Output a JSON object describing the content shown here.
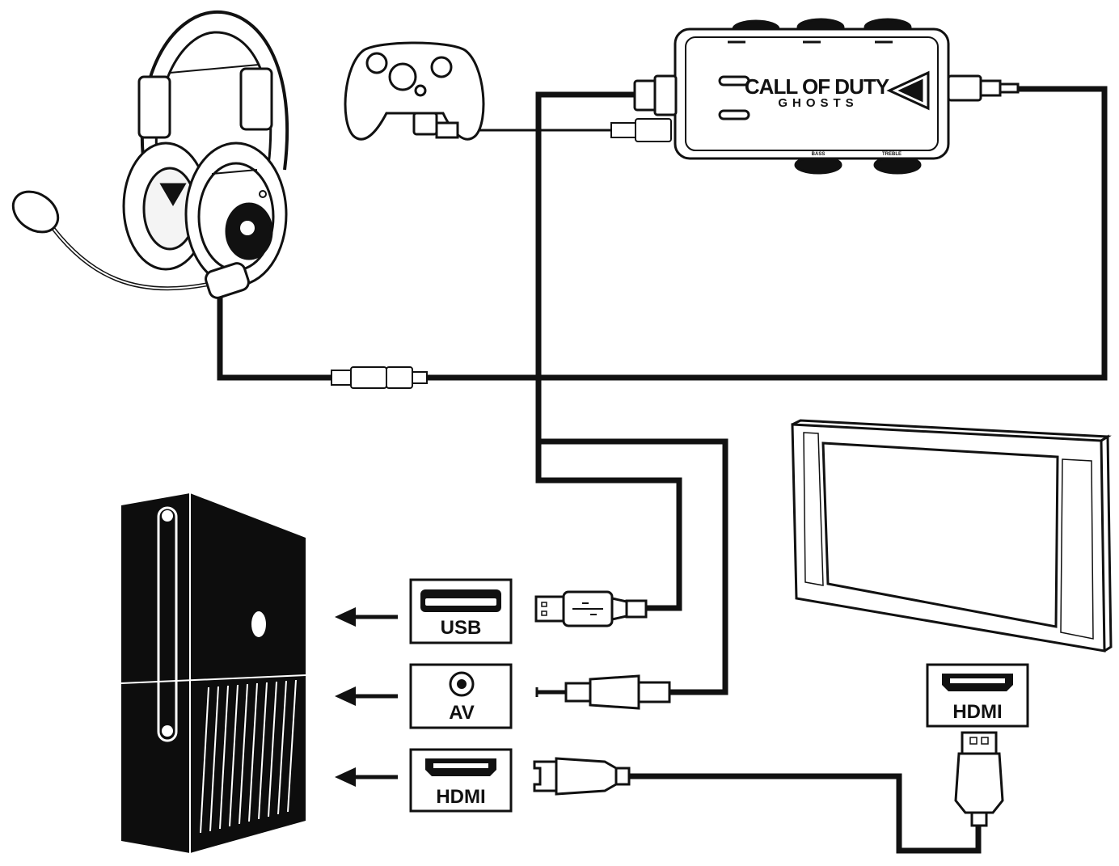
{
  "amplifier": {
    "brand_line1": "CALL OF DUTY",
    "brand_line2": "GHOSTS",
    "bass_label": "BASS",
    "treble_label": "TREBLE"
  },
  "ports": {
    "usb_label": "USB",
    "av_label": "AV",
    "console_hdmi_label": "HDMI",
    "tv_hdmi_label": "HDMI"
  },
  "colors": {
    "line": "#111111",
    "console": "#0d0d0d",
    "background": "#ffffff"
  },
  "icons": {
    "headset": "headset-icon",
    "controller": "controller-icon",
    "amplifier": "amplifier-icon",
    "console": "console-icon",
    "tv": "tv-icon",
    "usb_plug": "usb-plug-icon",
    "av_plug": "av-plug-icon",
    "hdmi_plug": "hdmi-plug-icon",
    "arrow": "arrow-left-icon"
  }
}
